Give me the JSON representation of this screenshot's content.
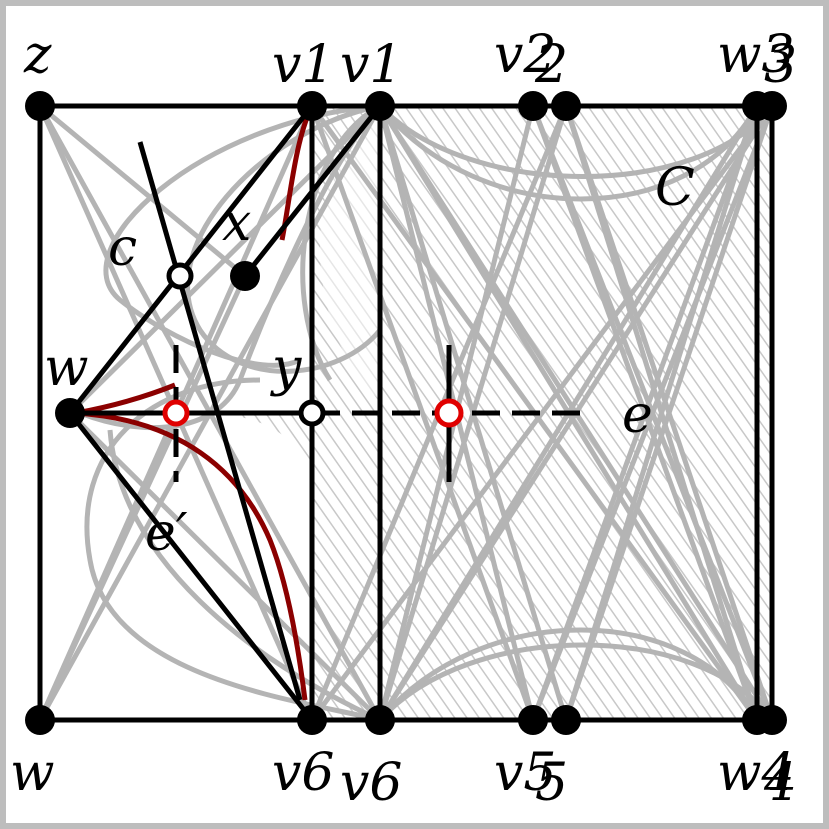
{
  "colors": {
    "border": "#bdbdbd",
    "edge": "#000000",
    "curve_gray": "#b4b4b4",
    "curve_red": "#8b0000",
    "marker_red": "#e00000",
    "hatch": "#c8c8c8"
  },
  "labels": {
    "z": "z",
    "v1a": "v1",
    "v1b": "v1",
    "v2a": "v2",
    "v2b": "2",
    "w3a": "w3",
    "w3b": "3",
    "C": "C",
    "c": "c",
    "x": "x",
    "w_mid": "w",
    "y": "y",
    "e": "e",
    "e_prime": "e′",
    "w_bottom": "w",
    "v6a": "v6",
    "v6b": "v6",
    "v5a": "v5",
    "v5b": "5",
    "w4a": "w4",
    "w4b": "4"
  }
}
